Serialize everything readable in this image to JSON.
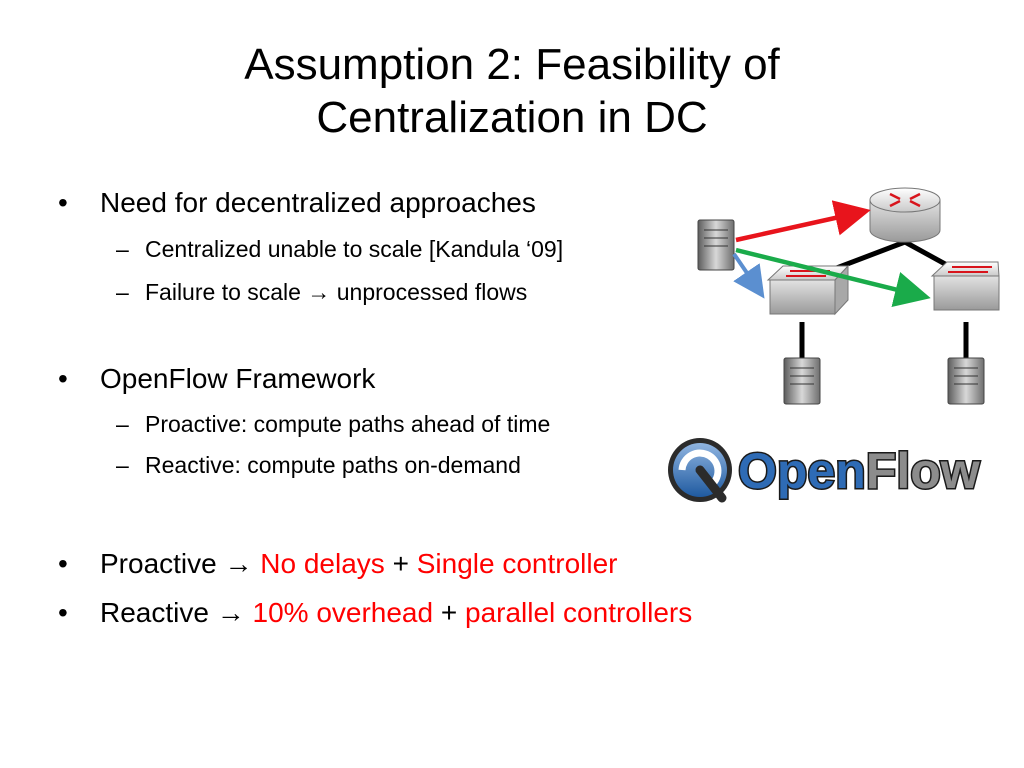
{
  "slide": {
    "title_line1": "Assumption 2: Feasibility of",
    "title_line2": "Centralization in DC",
    "bullet_char": "•",
    "dash_char": "–",
    "arrow_char": "→",
    "b1": {
      "text": "Need for decentralized approaches",
      "s1": "Centralized unable to scale [Kandula ‘09]",
      "s2_pre": "Failure to scale",
      "s2_post": "unprocessed flows"
    },
    "b2": {
      "text": "OpenFlow Framework",
      "s1": "Proactive: compute paths ahead of time",
      "s2": "Reactive: compute paths on-demand"
    },
    "b3": {
      "pre": "Proactive",
      "red1": "No delays",
      "plus": "+",
      "red2": "Single controller"
    },
    "b4": {
      "pre": "Reactive",
      "red1": "10% overhead",
      "plus": "+",
      "red2": "parallel controllers"
    }
  },
  "logo": {
    "text_open": "Open",
    "text_flow": "Flow"
  },
  "colors": {
    "highlight": "#ff0000",
    "flow_red": "#e8141c",
    "flow_green": "#1aab4a",
    "flow_blue": "#5b8fd0",
    "link": "#000000"
  },
  "icons": [
    "router-icon",
    "switch-icon",
    "server-icon",
    "openflow-logo-icon"
  ]
}
